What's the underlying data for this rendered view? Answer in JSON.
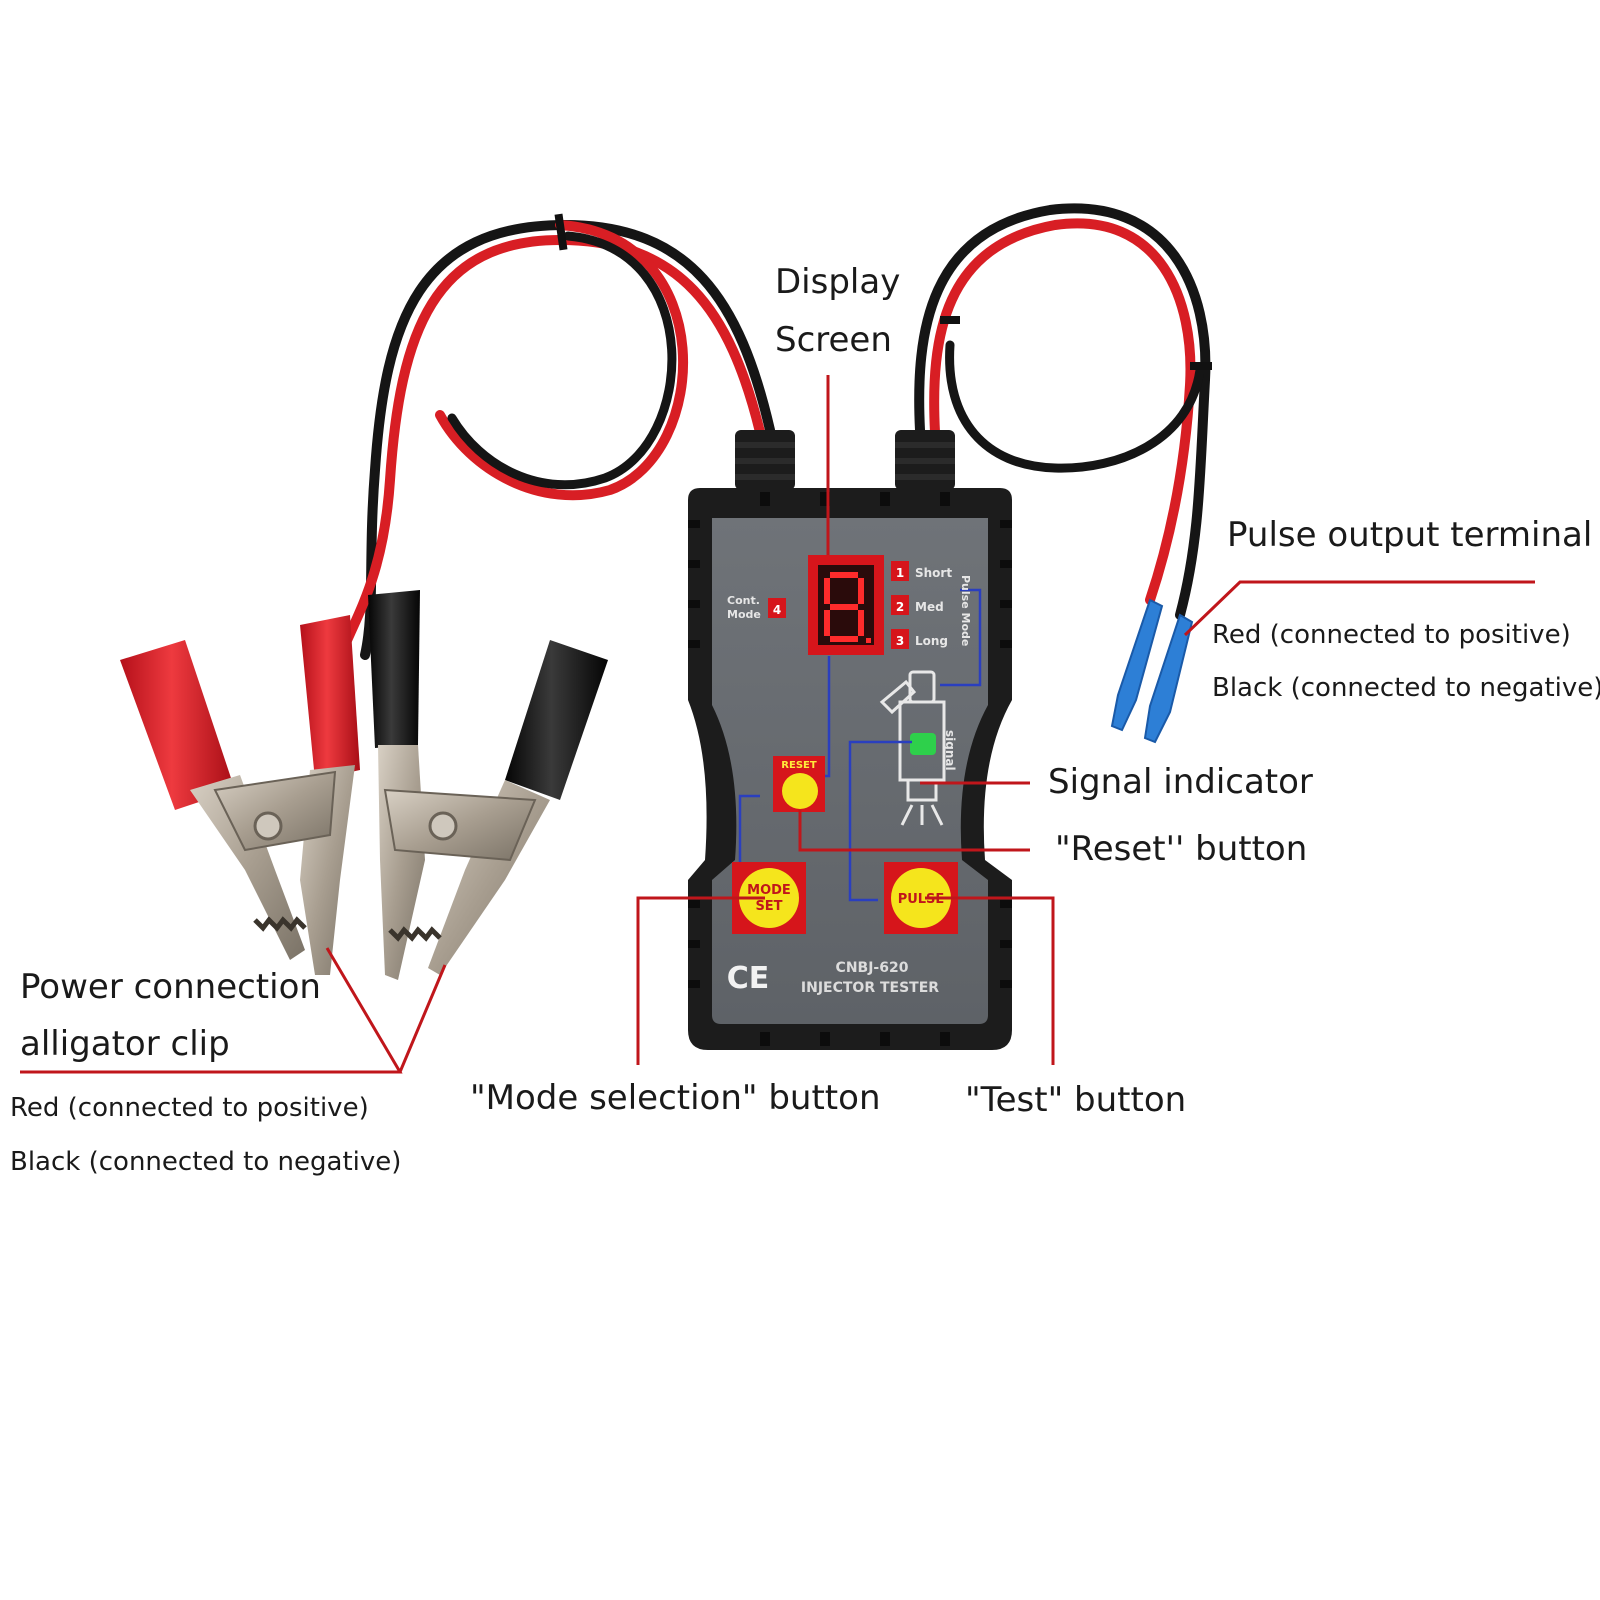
{
  "labels": {
    "display_line1": "Display",
    "display_line2": "Screen",
    "pulse_output": "Pulse output terminal",
    "pulse_red": "Red (connected to positive)",
    "pulse_black": "Black (connected to negative)",
    "signal_indicator": "Signal indicator",
    "reset_button": "\"Reset'' button",
    "mode_selection_button": "\"Mode selection\" button",
    "test_button": "\"Test\" button",
    "power_line1": "Power connection",
    "power_line2": "alligator clip",
    "power_red": "Red (connected to positive)",
    "power_black": "Black (connected to negative)"
  },
  "device": {
    "model": "CNBJ-620",
    "name": "INJECTOR TESTER",
    "ce_mark": "CE",
    "cont_label": "Cont.",
    "mode_label": "Mode",
    "cont_mode_number": "4",
    "pulse_mode_label": "Pulse Mode",
    "signal_label": "signal",
    "reset_label": "RESET",
    "mode_set_line1": "MODE",
    "mode_set_line2": "SET",
    "pulse_label": "PULSE",
    "modes": [
      {
        "number": "1",
        "name": "Short"
      },
      {
        "number": "2",
        "name": "Med"
      },
      {
        "number": "3",
        "name": "Long"
      }
    ]
  },
  "colors": {
    "leader_line": "#c0161b",
    "mode_line": "#2a3fbf",
    "button_yellow": "#f5e51c",
    "button_red": "#d6151b",
    "body_black": "#1c1c1c",
    "panel_gray": "#6a6e73",
    "wire_red": "#d81e24",
    "wire_black": "#151515",
    "connector_blue": "#2d7fd6",
    "signal_green": "#2ed04b"
  }
}
